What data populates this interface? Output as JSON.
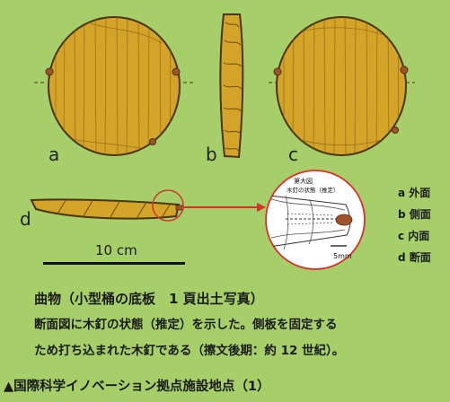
{
  "labels": {
    "a": "a",
    "b": "b",
    "c": "c",
    "d": "d"
  },
  "scale": {
    "text": "10 cm"
  },
  "detail": {
    "note_line1": "第大図",
    "note_line2": "木釘の状態（推定）",
    "scale_text": "5mm"
  },
  "legend": {
    "items": [
      "a 外面",
      "b 側面",
      "c 内面",
      "d 断面"
    ]
  },
  "caption": {
    "title": "曲物（小型桶の底板　1 頁出土写真）",
    "line1": "断面図に木釘の状態（推定）を示した。側板を固定する",
    "line2": "ため打ち込まれた木釘である（擦文後期：約 12 世紀）。"
  },
  "footer": {
    "text": "▲国際科学イノベーション拠点施設地点（1）"
  },
  "colors": {
    "background": "#a6cf6a",
    "wood": "#d4a428",
    "outline": "#4a3410",
    "nail": "#a0522d",
    "callout": "#d9302c"
  }
}
